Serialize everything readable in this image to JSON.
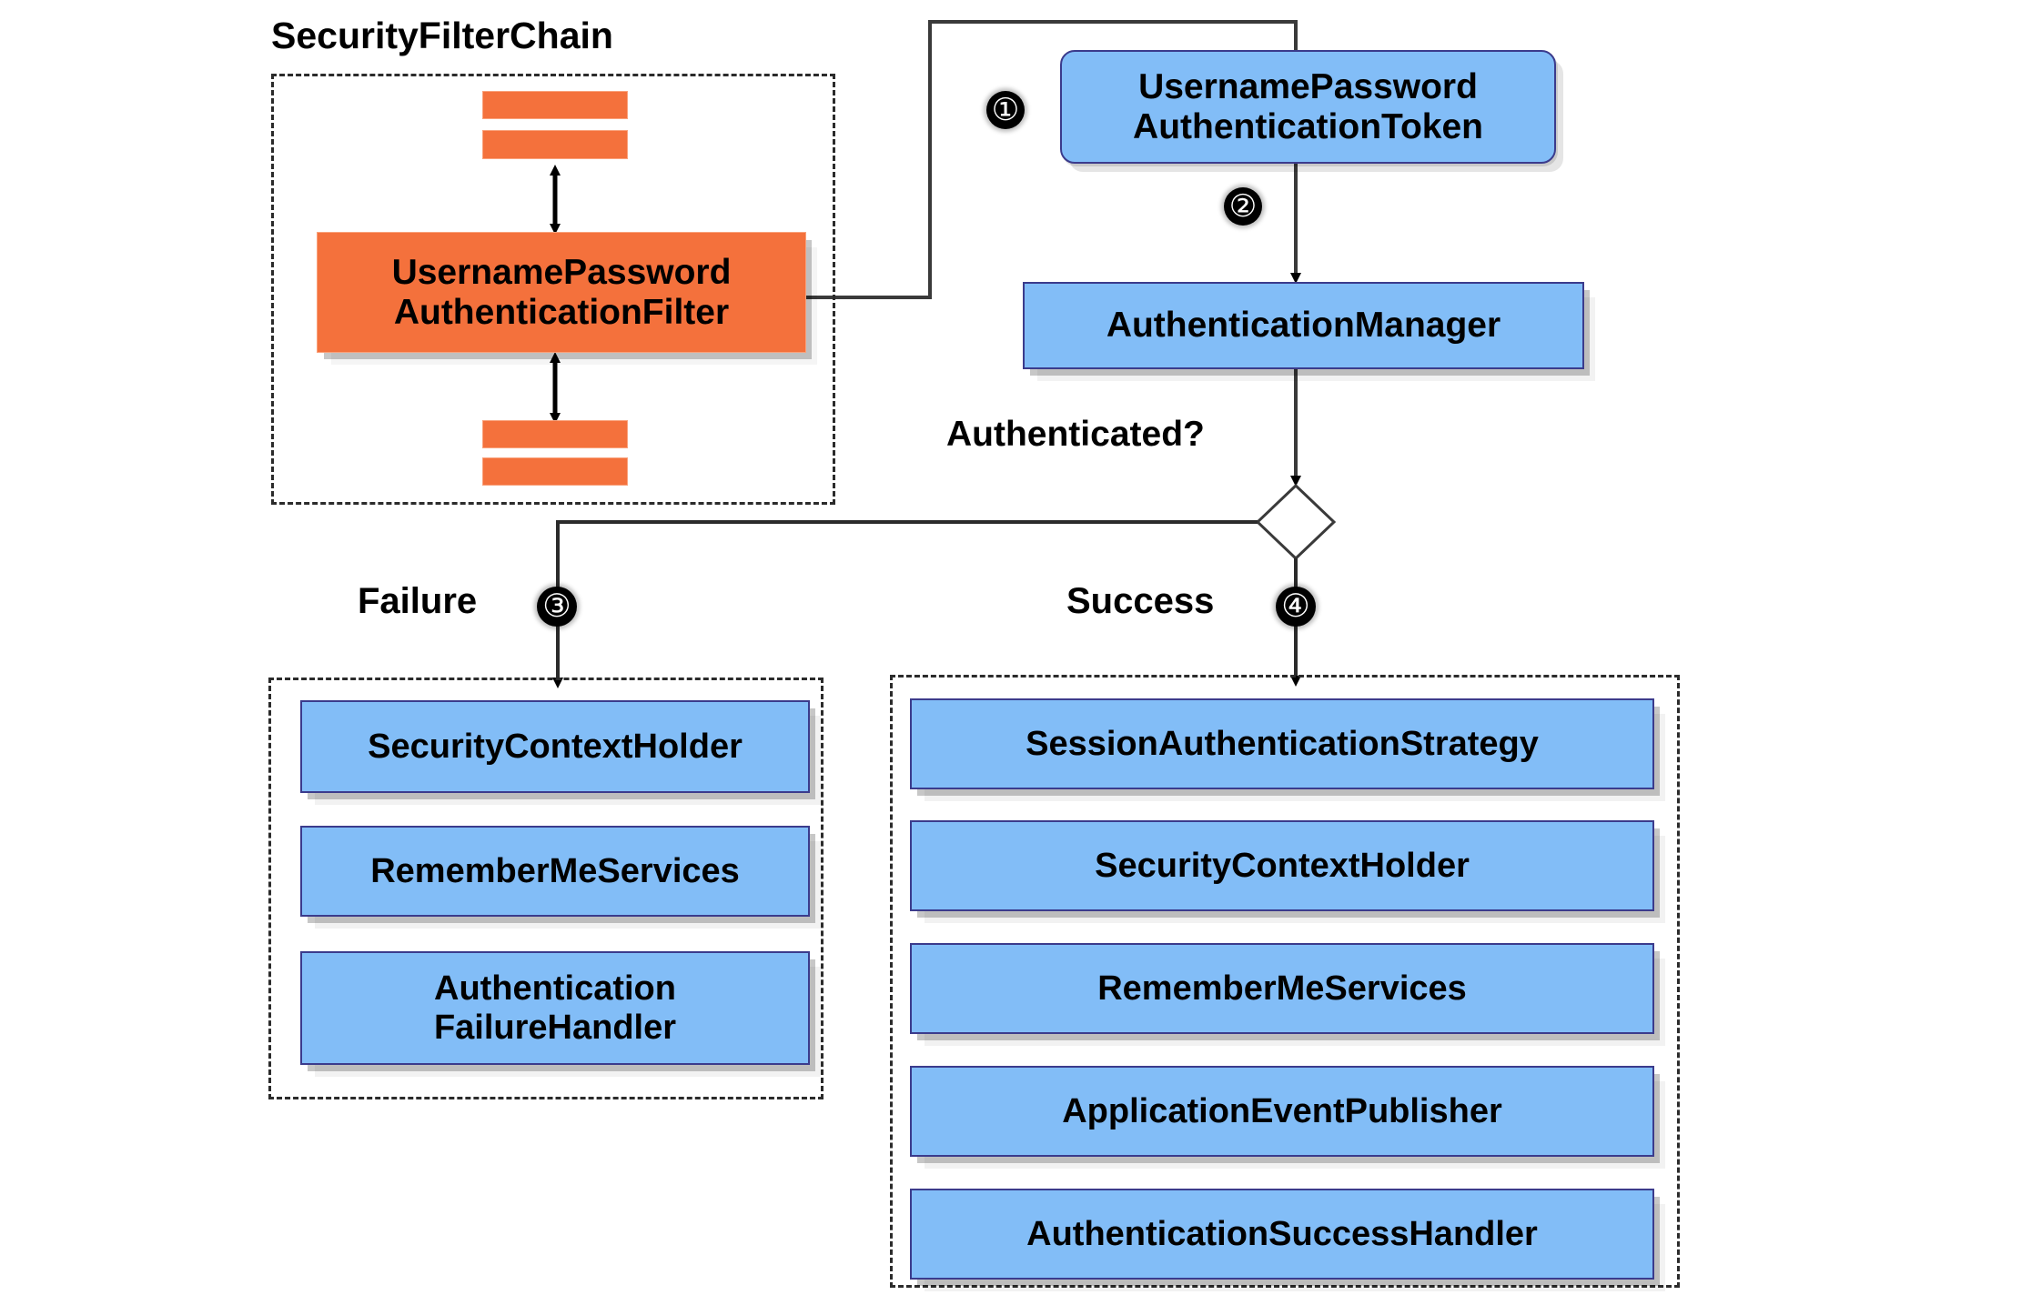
{
  "diagram": {
    "title_group_label": "SecurityFilterChain",
    "decision_label": "Authenticated?",
    "branches": {
      "failure_label": "Failure",
      "success_label": "Success"
    },
    "steps": [
      {
        "number": "①",
        "id": "step-1"
      },
      {
        "number": "②",
        "id": "step-2"
      },
      {
        "number": "③",
        "id": "step-3"
      },
      {
        "number": "④",
        "id": "step-4"
      }
    ],
    "filter_chain": {
      "filter_box_label": "UsernamePassword\nAuthenticationFilter",
      "stub_filters_above": 2,
      "stub_filters_below": 2
    },
    "token_box_label": "UsernamePassword\nAuthenticationToken",
    "manager_box_label": "AuthenticationManager",
    "failure_boxes": [
      {
        "label": "SecurityContextHolder"
      },
      {
        "label": "RememberMeServices"
      },
      {
        "label": "Authentication\nFailureHandler"
      }
    ],
    "success_boxes": [
      {
        "label": "SessionAuthenticationStrategy"
      },
      {
        "label": "SecurityContextHolder"
      },
      {
        "label": "RememberMeServices"
      },
      {
        "label": "ApplicationEventPublisher"
      },
      {
        "label": "AuthenticationSuccessHandler"
      }
    ]
  },
  "colors": {
    "orange_fill": "#F4713C",
    "orange_border": "#F9A27C",
    "blue_fill": "#82BDF7",
    "blue_border": "#3B3B8C",
    "edge_stroke": "#2b2b2b",
    "badge_fill": "#000000",
    "background": "#FFFFFF"
  }
}
